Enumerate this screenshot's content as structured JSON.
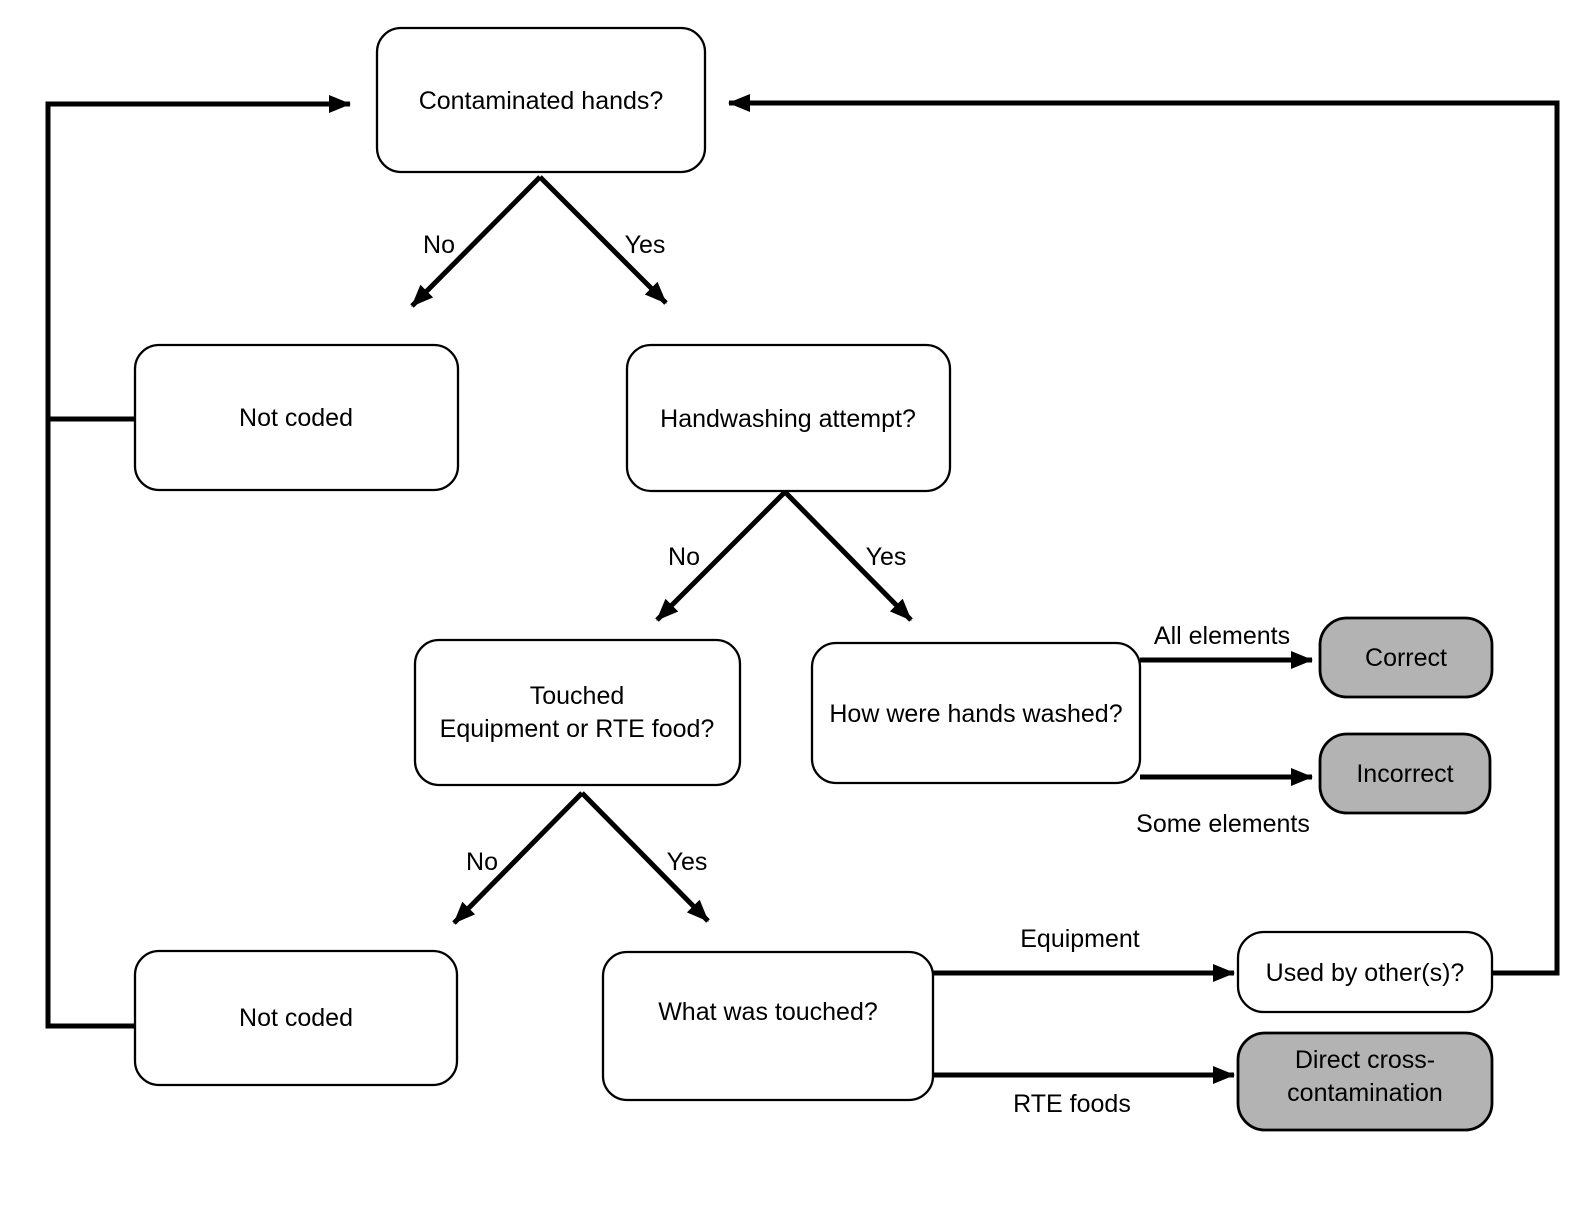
{
  "colors": {
    "line": "#000000",
    "text": "#000000",
    "box_fill": "#ffffff",
    "terminal_fill": "#b3b3b3"
  },
  "nodes": {
    "contaminated": {
      "label": "Contaminated hands?"
    },
    "not_coded_top": {
      "label": "Not coded"
    },
    "handwashing": {
      "label": "Handwashing attempt?"
    },
    "touched": {
      "line1": "Touched",
      "line2": "Equipment or RTE food?"
    },
    "how_washed": {
      "label": "How were hands washed?"
    },
    "correct": {
      "label": "Correct"
    },
    "incorrect": {
      "label": "Incorrect"
    },
    "not_coded_bottom": {
      "label": "Not coded"
    },
    "what_touched": {
      "label": "What was touched?"
    },
    "used_by_others": {
      "label": "Used by other(s)?"
    },
    "direct_cross": {
      "line1": "Direct cross-",
      "line2": "contamination"
    }
  },
  "edges": {
    "contaminated_no": "No",
    "contaminated_yes": "Yes",
    "handwashing_no": "No",
    "handwashing_yes": "Yes",
    "touched_no": "No",
    "touched_yes": "Yes",
    "all_elements": "All elements",
    "some_elements": "Some elements",
    "equipment": "Equipment",
    "rte_foods": "RTE foods"
  }
}
